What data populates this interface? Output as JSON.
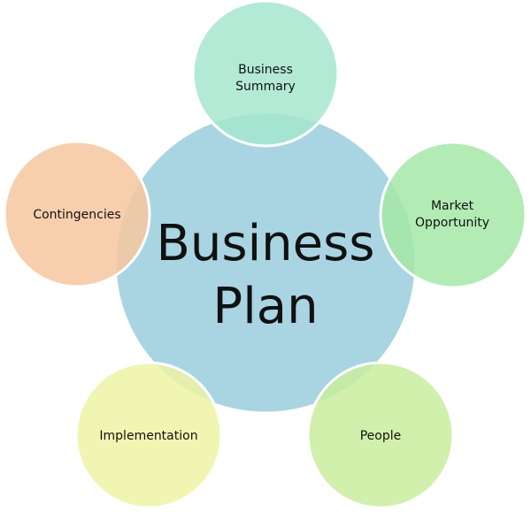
{
  "center": {
    "line1": "Business",
    "line2": "Plan",
    "color": "#a9d5e3"
  },
  "nodes": [
    {
      "id": "business-summary",
      "line1": "Business",
      "line2": "Summary",
      "color": "#a6e6cf"
    },
    {
      "id": "market-opportunity",
      "line1": "Market",
      "line2": "Opportunity",
      "color": "#a5e9a7"
    },
    {
      "id": "people",
      "line1": "People",
      "line2": "",
      "color": "#c9ed9c"
    },
    {
      "id": "implementation",
      "line1": "Implementation",
      "line2": "",
      "color": "#eff3a4"
    },
    {
      "id": "contingencies",
      "line1": "Contingencies",
      "line2": "",
      "color": "#f7c79f"
    }
  ]
}
